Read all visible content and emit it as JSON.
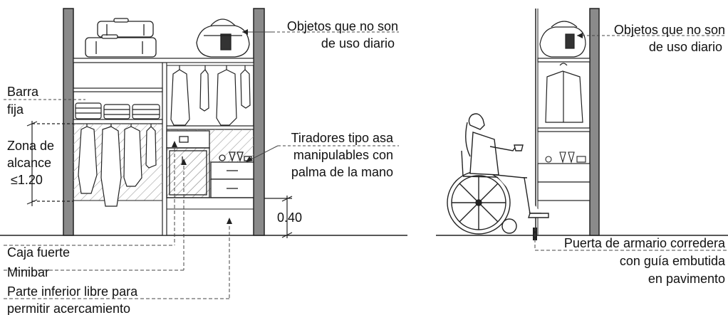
{
  "labels": {
    "objetos_left_1": "Objetos que no son",
    "objetos_left_2": "de uso diario",
    "objetos_right_1": "Objetos que no son",
    "objetos_right_2": "de uso diario",
    "barra_1": "Barra",
    "barra_2": "fija",
    "zona_1": "Zona de",
    "zona_2": "alcance",
    "zona_3": "≤1.20",
    "tiradores_1": "Tiradores tipo asa",
    "tiradores_2": "manipulables con",
    "tiradores_3": "palma de la mano",
    "dim_040": "0.40",
    "caja_fuerte": "Caja fuerte",
    "minibar": "Minibar",
    "parte_1": "Parte inferior libre para",
    "parte_2": "permitir acercamiento",
    "puerta_1": "Puerta de armario corredera",
    "puerta_2": "con guía embutida",
    "puerta_3": "en pavimento"
  },
  "colors": {
    "line": "#2a2a2a",
    "wall": "#8a8a8a",
    "hatch": "#9a9a9a",
    "leader": "#444444"
  }
}
